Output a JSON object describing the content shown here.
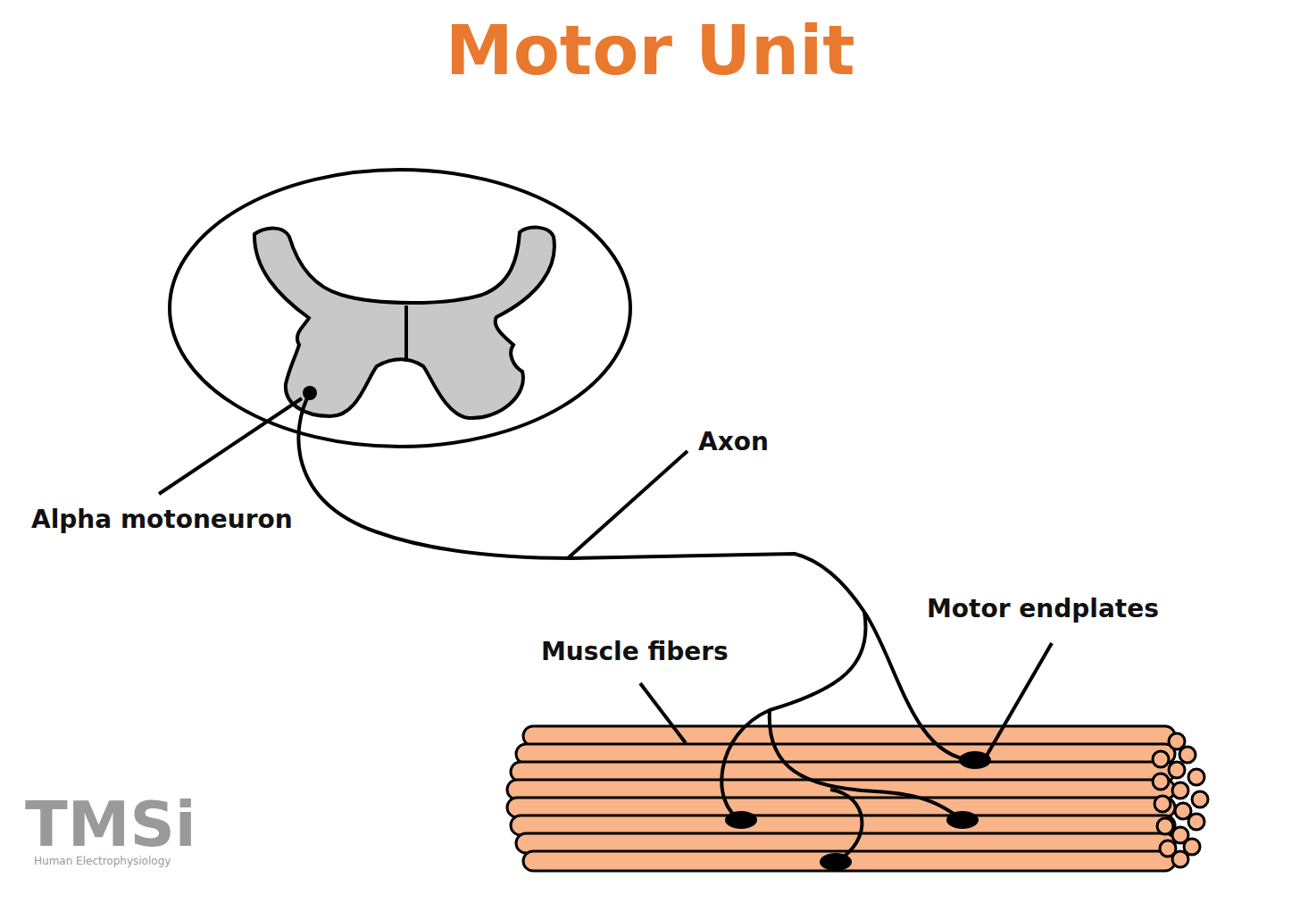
{
  "diagram": {
    "title": "Motor Unit",
    "labels": [
      "Alpha motoneuron",
      "Axon",
      "Muscle fibers",
      "Motor endplates",
      "TMSi",
      "Human Electrophysiology"
    ]
  }
}
